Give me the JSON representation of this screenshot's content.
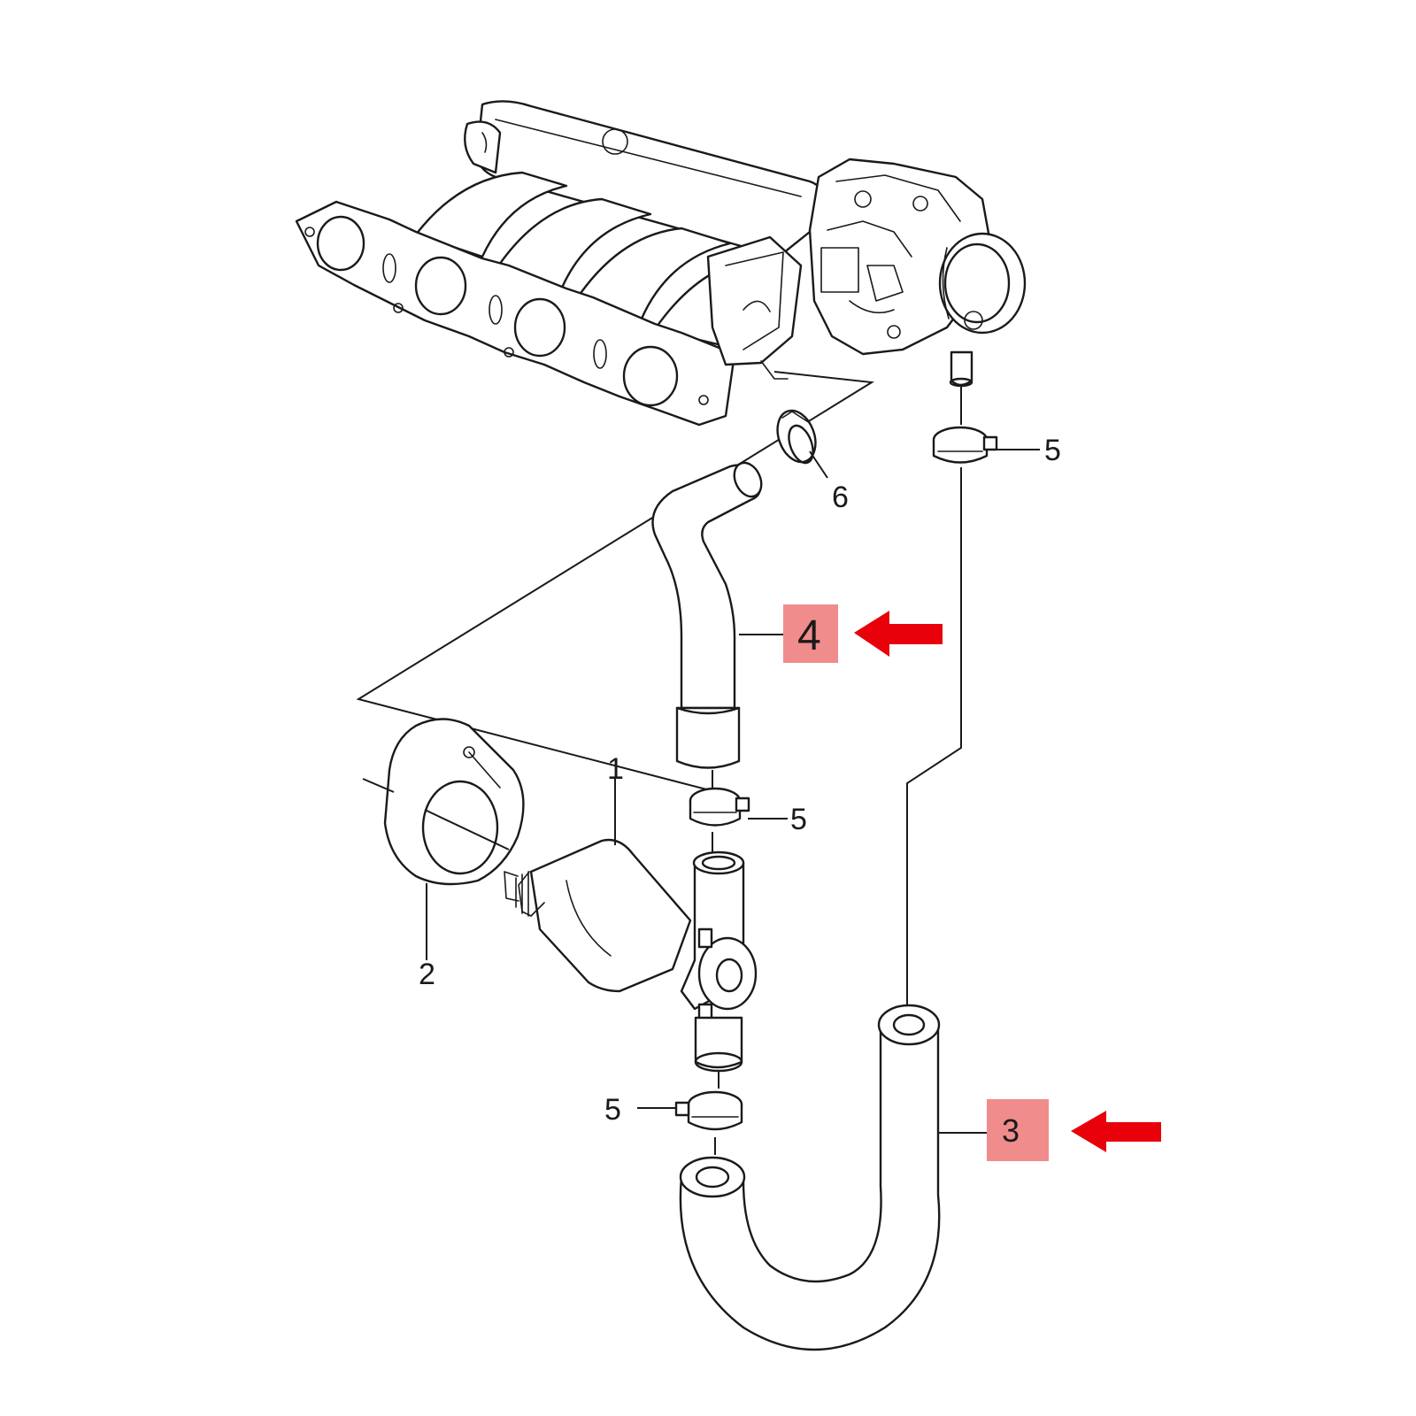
{
  "callouts": {
    "part_1": "1",
    "part_2": "2",
    "part_3": "3",
    "part_4": "4",
    "part_5": "5",
    "part_6": "6"
  },
  "colors": {
    "highlight_box": "#f08c8c",
    "arrow": "#e8000b",
    "line": "#1a1a1a"
  },
  "icons": [
    "arrow-left-icon"
  ]
}
